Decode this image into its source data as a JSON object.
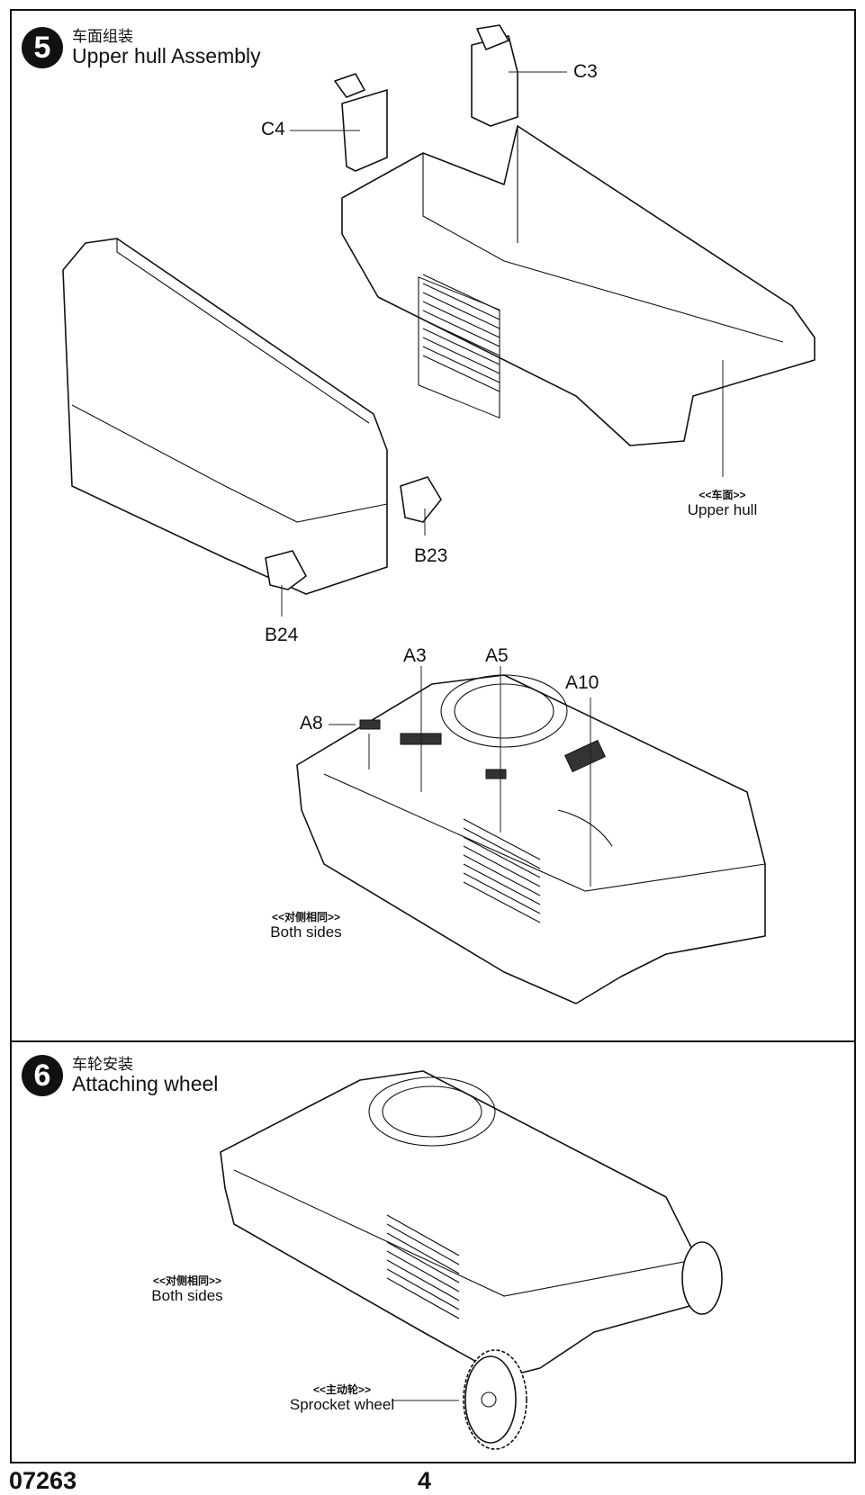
{
  "page": {
    "kit_number": "07263",
    "page_number": "4"
  },
  "steps": [
    {
      "number": "5",
      "title_cn": "车面组装",
      "title_en": "Upper hull Assembly",
      "part_labels": [
        "C3",
        "C4",
        "B23",
        "B24",
        "A3",
        "A5",
        "A8",
        "A10"
      ],
      "notes": [
        {
          "cn": "<<车面>>",
          "en": "Upper hull"
        },
        {
          "cn": "<<对侧相同>>",
          "en": "Both sides"
        }
      ]
    },
    {
      "number": "6",
      "title_cn": "车轮安装",
      "title_en": "Attaching wheel",
      "notes": [
        {
          "cn": "<<对侧相同>>",
          "en": "Both sides"
        },
        {
          "cn": "<<主动轮>>",
          "en": "Sprocket wheel"
        }
      ]
    }
  ]
}
